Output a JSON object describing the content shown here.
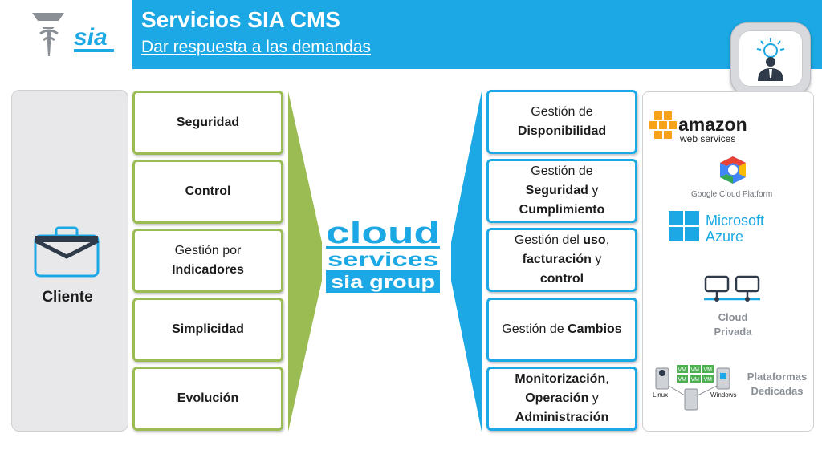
{
  "header": {
    "title": "Servicios SIA CMS",
    "subtitle": "Dar respuesta a las demandas",
    "logo_text": "sia"
  },
  "client": {
    "label": "Cliente"
  },
  "left_items": [
    {
      "pre": "",
      "bold": "Seguridad",
      "post": ""
    },
    {
      "pre": "",
      "bold": "Control",
      "post": ""
    },
    {
      "pre": "Gestión por",
      "bold": "Indicadores",
      "post": ""
    },
    {
      "pre": "",
      "bold": "Simplicidad",
      "post": ""
    },
    {
      "pre": "",
      "bold": "Evolución",
      "post": ""
    }
  ],
  "center_logo": {
    "line1": "cloud",
    "line2": "services",
    "line3": "sia group"
  },
  "right_items": [
    {
      "l1": "Gestión de",
      "l2b": "Disponibilidad"
    },
    {
      "l1": "Gestión de",
      "l2b": "Seguridad",
      "l2": " y",
      "l3b": "Cumplimiento"
    },
    {
      "l1": "Gestión del ",
      "l1b": "uso",
      "l1c": ",",
      "l2b": "facturación",
      "l2": " y",
      "l3b": "control"
    },
    {
      "l1": "Gestión de ",
      "l1b": "Cambios"
    },
    {
      "l1b": "Monitorización",
      "l1": ",",
      "l2b": "Operación",
      "l2": " y",
      "l3b": "Administración"
    }
  ],
  "providers": {
    "amazon": {
      "name": "amazon",
      "sub": "web services"
    },
    "google": {
      "name": "Google Cloud Platform"
    },
    "azure": {
      "line1": "Microsoft",
      "line2": "Azure"
    },
    "private": {
      "line1": "Cloud",
      "line2": "Privada"
    },
    "dedicated": {
      "line1": "Plataformas",
      "line2": "Dedicadas",
      "linux": "Linux",
      "windows": "Windows",
      "vm": "VM"
    }
  },
  "colors": {
    "header_blue": "#1ba8e4",
    "green_border": "#9bbc52",
    "green_funnel": "#9bbc52",
    "blue_funnel": "#1ba8e4",
    "gray_text": "#8a8f96"
  }
}
